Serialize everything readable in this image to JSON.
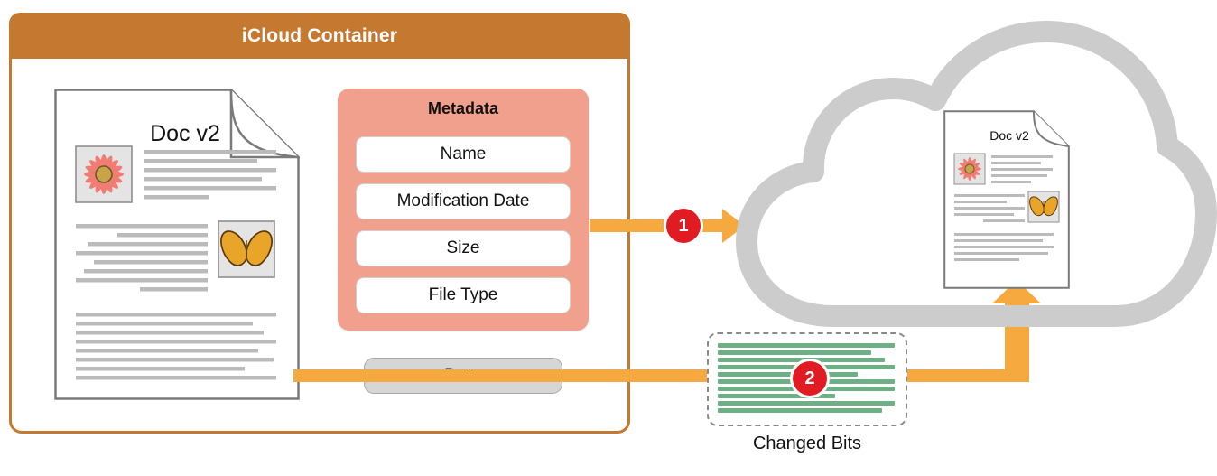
{
  "container": {
    "title": "iCloud Container",
    "header_color": "#C5782F",
    "border_color": "#C5782F"
  },
  "local_document": {
    "title": "Doc v2",
    "images": [
      "flower-image",
      "butterfly-image"
    ]
  },
  "metadata": {
    "title": "Metadata",
    "panel_color": "#F0A08C",
    "fields": [
      {
        "label": "Name"
      },
      {
        "label": "Modification Date"
      },
      {
        "label": "Size"
      },
      {
        "label": "File Type"
      }
    ]
  },
  "data_pill": {
    "label": "Data",
    "fill_color": "#D6D6D6"
  },
  "flows": [
    {
      "id": "metadata-upload",
      "step": "1",
      "badge_color": "#E11B22",
      "line_color": "#F5A93F",
      "from": "metadata-panel",
      "to": "cloud"
    },
    {
      "id": "data-upload",
      "step": "2",
      "badge_color": "#E11B22",
      "line_color": "#F5A93F",
      "from": "data-pill",
      "to": "cloud-document"
    }
  ],
  "changed_bits": {
    "label": "Changed Bits",
    "bit_color": "#6FAF85",
    "border_style": "dashed",
    "line_widths": [
      196,
      170,
      185,
      196,
      155,
      196,
      196,
      130,
      196,
      182,
      196,
      150
    ]
  },
  "cloud": {
    "fill_color": "#CCCCCC",
    "document": {
      "title": "Doc v2",
      "images": [
        "flower-image",
        "butterfly-image"
      ]
    }
  }
}
